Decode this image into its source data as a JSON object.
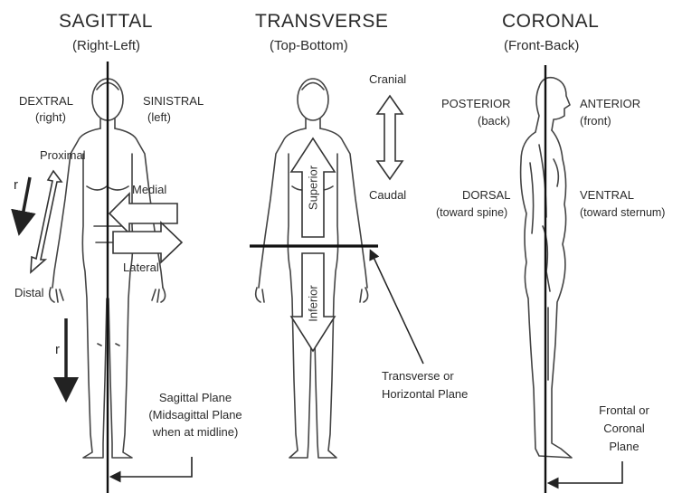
{
  "sagittal": {
    "title": "SAGITTAL",
    "subtitle": "(Right-Left)",
    "dextral": "DEXTRAL",
    "dextral_sub": "(right)",
    "sinistral": "SINISTRAL",
    "sinistral_sub": "(left)",
    "proximal": "Proximal",
    "distal": "Distal",
    "medial": "Medial",
    "lateral": "Lateral",
    "r_upper": "r",
    "r_lower": "r",
    "plane_line1": "Sagittal Plane",
    "plane_line2": "(Midsagittal Plane",
    "plane_line3": "when at midline)"
  },
  "transverse": {
    "title": "TRANSVERSE",
    "subtitle": "(Top-Bottom)",
    "cranial": "Cranial",
    "caudal": "Caudal",
    "superior": "Superior",
    "inferior": "Inferior",
    "plane_line1": "Transverse or",
    "plane_line2": "Horizontal Plane"
  },
  "coronal": {
    "title": "CORONAL",
    "subtitle": "(Front-Back)",
    "posterior": "POSTERIOR",
    "posterior_sub": "(back)",
    "anterior": "ANTERIOR",
    "anterior_sub": "(front)",
    "dorsal": "DORSAL",
    "dorsal_sub": "(toward spine)",
    "ventral": "VENTRAL",
    "ventral_sub": "(toward sternum)",
    "plane_line1": "Frontal or",
    "plane_line2": "Coronal",
    "plane_line3": "Plane"
  },
  "colors": {
    "ink": "#222222",
    "outline": "#444444",
    "background": "#ffffff"
  }
}
